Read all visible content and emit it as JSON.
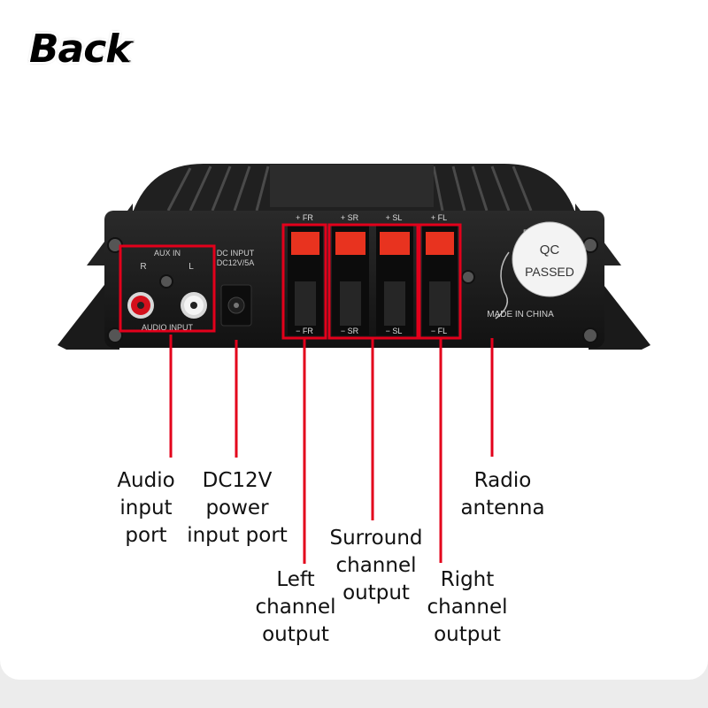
{
  "page": {
    "title": "Back"
  },
  "device": {
    "aux_label": "AUX IN",
    "audio_input_label": "AUDIO INPUT",
    "r_label": "R",
    "l_label": "L",
    "dc_label": "DC INPUT",
    "dc_spec": "DC12V/5A",
    "terminals": [
      {
        "top": "+ FR",
        "bottom": "− FR"
      },
      {
        "top": "+ SR",
        "bottom": "− SR"
      },
      {
        "top": "+ SL",
        "bottom": "− SL"
      },
      {
        "top": "+ FL",
        "bottom": "− FL"
      }
    ],
    "qc_line1": "QC",
    "qc_line2": "PASSED",
    "made_in": "MADE IN CHINA",
    "fm_label": "FM"
  },
  "annotations": {
    "audio_input_port": "Audio\ninput\nport",
    "dc_power_input_port": "DC12V\npower\ninput port",
    "left_channel_output": "Left\nchannel\noutput",
    "surround_channel_output": "Surround\nchannel\noutput",
    "right_channel_output": "Right\nchannel\noutput",
    "radio_antenna": "Radio\nantenna"
  },
  "colors": {
    "highlight": "#e3001b",
    "chassis": "#1c1c1c",
    "red_clip": "#e8331f"
  }
}
